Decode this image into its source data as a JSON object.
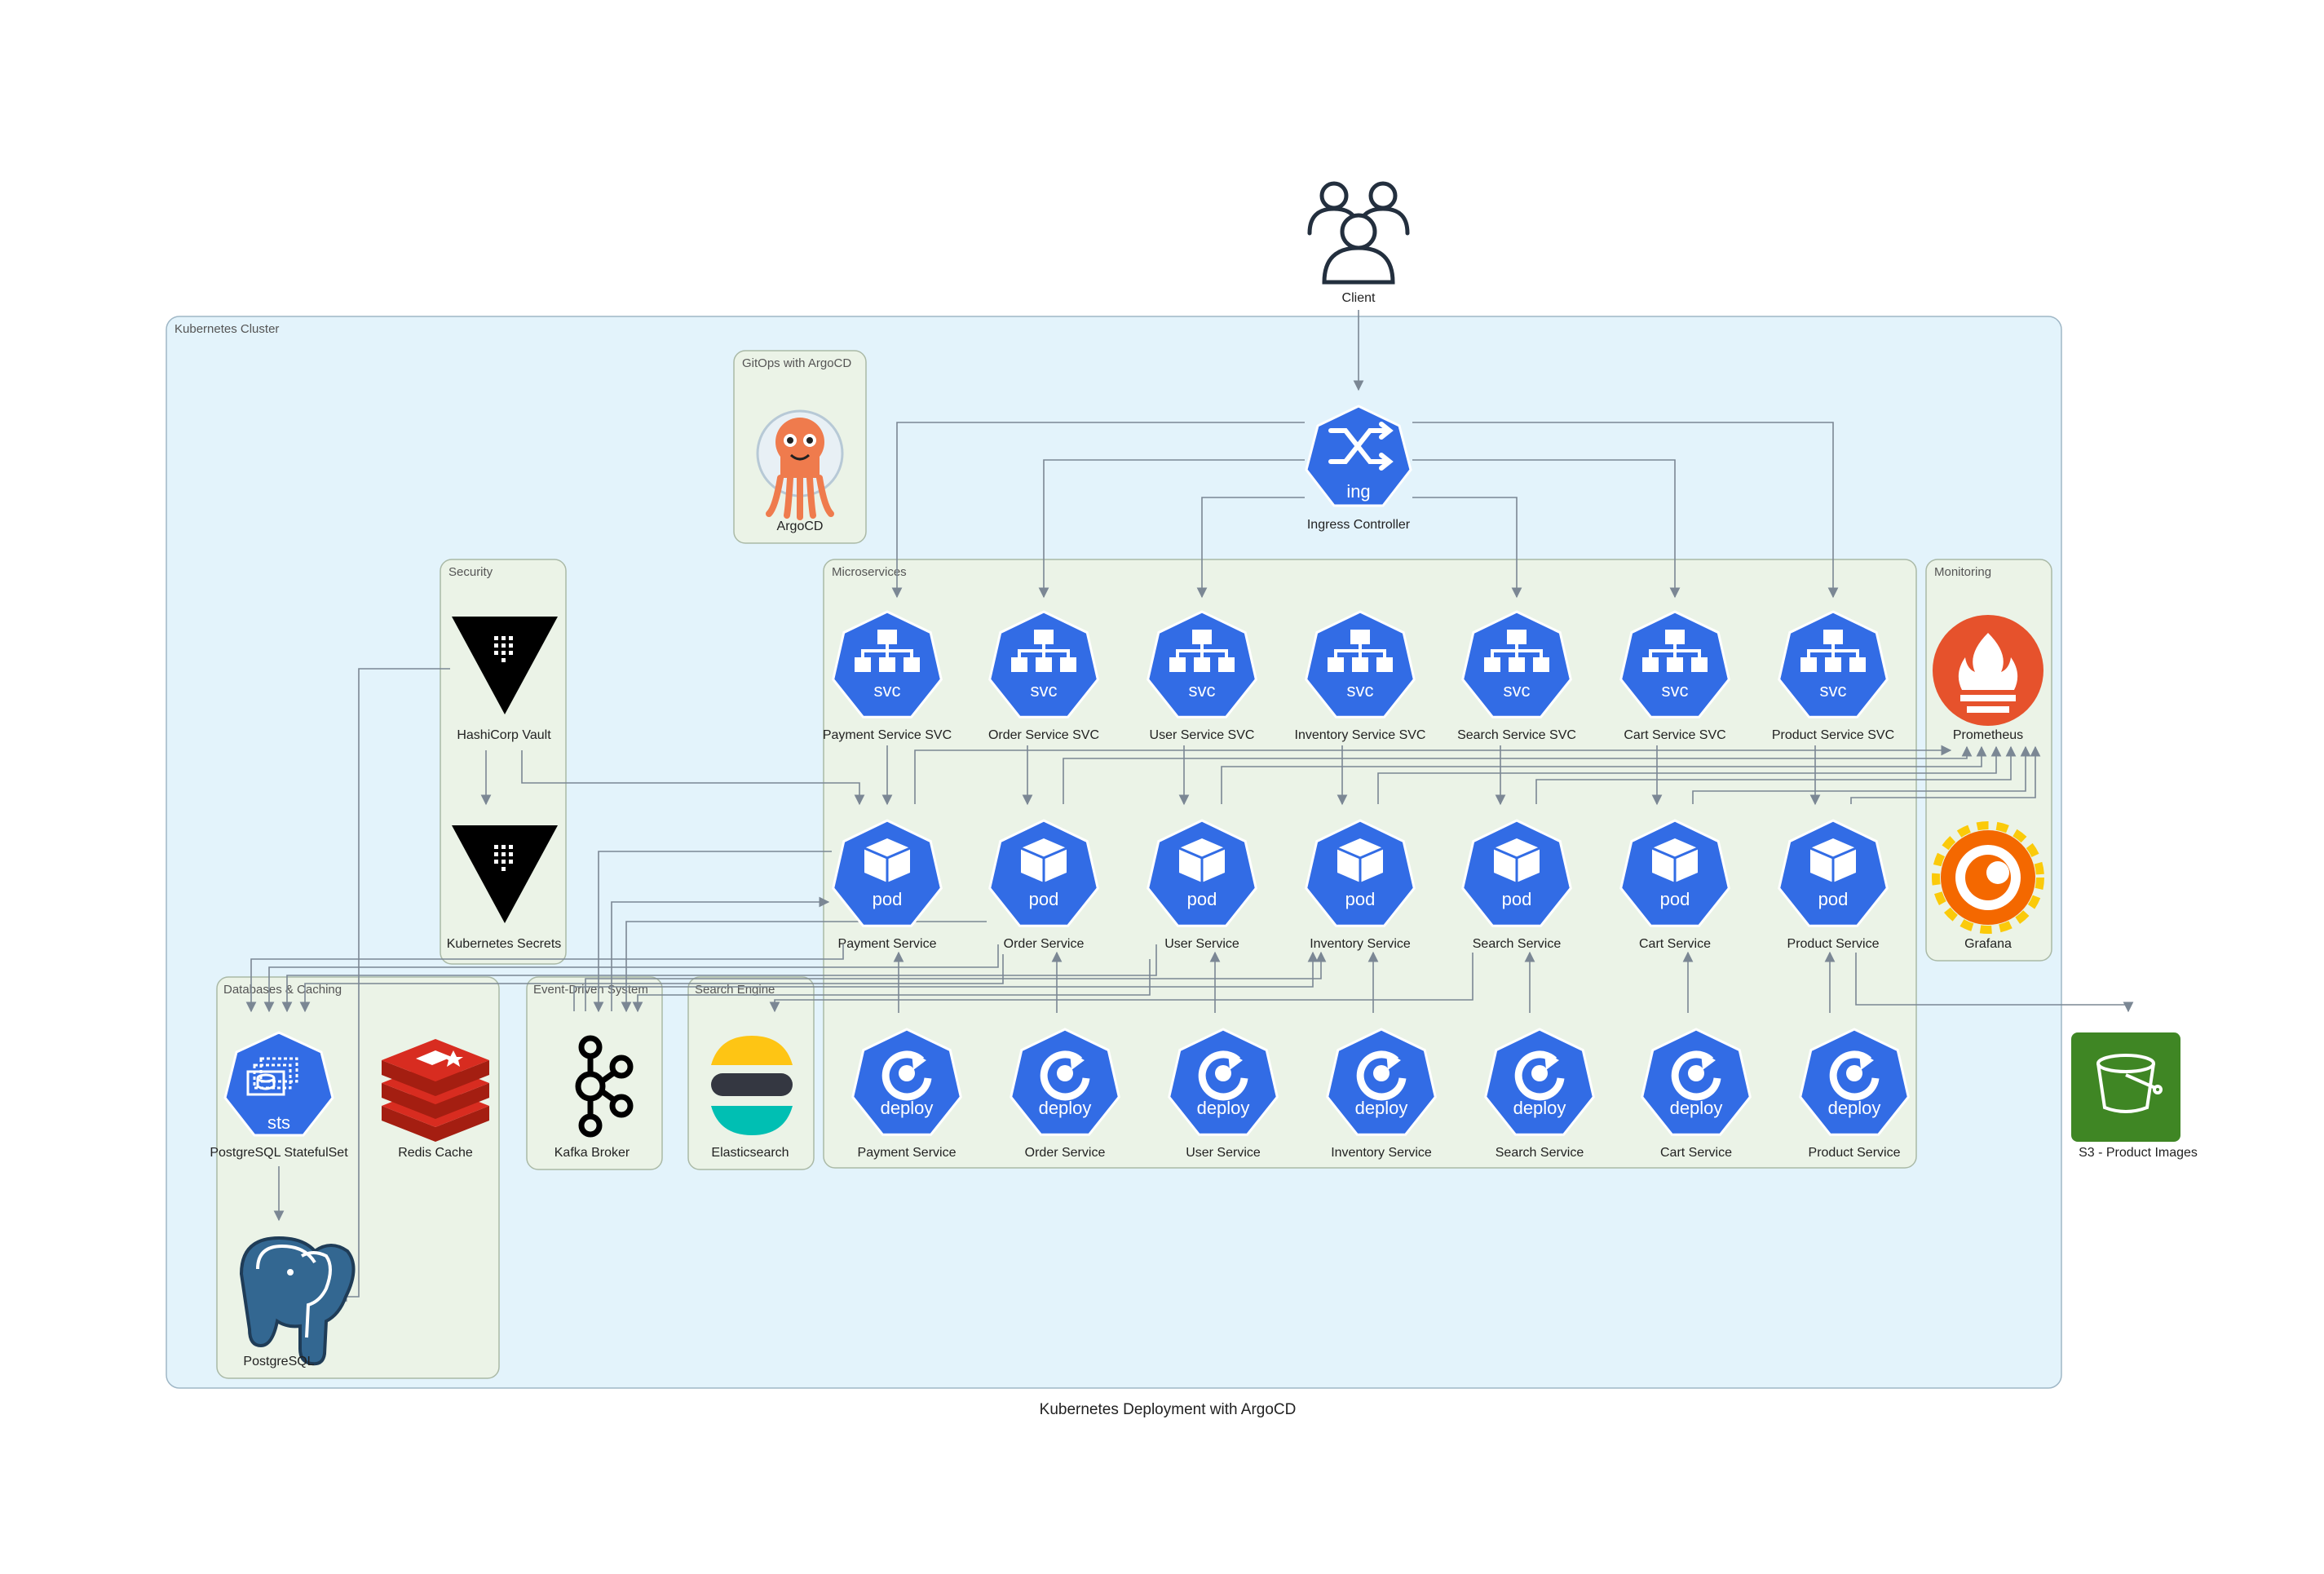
{
  "title": "Kubernetes Deployment with ArgoCD",
  "clusters": {
    "kubernetes": "Kubernetes Cluster",
    "gitops": "GitOps with ArgoCD",
    "security": "Security",
    "microservices": "Microservices",
    "monitoring": "Monitoring",
    "databases": "Databases & Caching",
    "event_driven": "Event-Driven System",
    "search": "Search Engine"
  },
  "nodes": {
    "client": "Client",
    "ingress": "Ingress Controller",
    "argocd": "ArgoCD",
    "vault": "HashiCorp Vault",
    "k8s_secrets": "Kubernetes Secrets",
    "prometheus": "Prometheus",
    "grafana": "Grafana",
    "postgres_sts": "PostgreSQL StatefulSet",
    "redis": "Redis Cache",
    "postgres": "PostgreSQL",
    "kafka": "Kafka Broker",
    "elasticsearch": "Elasticsearch",
    "s3": "S3 - Product Images"
  },
  "services": [
    {
      "svc": "Payment Service SVC",
      "pod": "Payment Service",
      "deploy": "Payment Service"
    },
    {
      "svc": "Order Service SVC",
      "pod": "Order Service",
      "deploy": "Order Service"
    },
    {
      "svc": "User Service SVC",
      "pod": "User Service",
      "deploy": "User Service"
    },
    {
      "svc": "Inventory Service SVC",
      "pod": "Inventory Service",
      "deploy": "Inventory Service"
    },
    {
      "svc": "Search Service SVC",
      "pod": "Search Service",
      "deploy": "Search Service"
    },
    {
      "svc": "Cart Service SVC",
      "pod": "Cart Service",
      "deploy": "Cart Service"
    },
    {
      "svc": "Product Service SVC",
      "pod": "Product Service",
      "deploy": "Product Service"
    }
  ],
  "icon_text": {
    "ing": "ing",
    "svc": "svc",
    "pod": "pod",
    "deploy": "deploy",
    "sts": "sts"
  },
  "colors": {
    "k8s_blue": "#326ce5",
    "cluster_bg": "#e3f3fb",
    "group_bg": "#ebf3e7",
    "edge": "#7b8794",
    "prometheus": "#e6522c",
    "grafana": "#f46800",
    "redis": "#d82c20",
    "s3": "#3f8624"
  }
}
